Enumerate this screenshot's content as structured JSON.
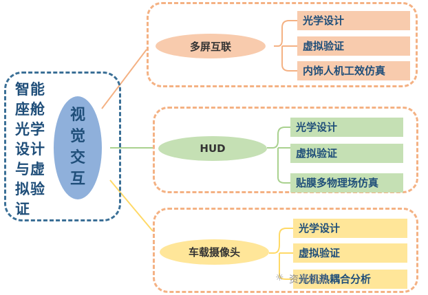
{
  "root": {
    "title": "智能座舱光学设计与虚拟验证",
    "center": "视觉交互"
  },
  "groups": [
    {
      "label": "多屏互联",
      "pill_color": "#f8cbad",
      "leaf_color": "#f8cbad",
      "link_color": "#f4b183",
      "items": [
        "光学设计",
        "虚拟验证",
        "内饰人机工效仿真"
      ]
    },
    {
      "label": "HUD",
      "pill_color": "#c5e0b4",
      "leaf_color": "#c5e0b4",
      "link_color": "#a9d18e",
      "items": [
        "光学设计",
        "虚拟验证",
        "贴膜多物理场仿真"
      ]
    },
    {
      "label": "车载摄像头",
      "pill_color": "#ffe699",
      "leaf_color": "#ffe699",
      "link_color": "#ffd966",
      "items": [
        "光学设计",
        "虚拟验证",
        "光机热耦合分析"
      ]
    }
  ],
  "watermark": {
    "icon": "wechat-icon",
    "text": "资讯恒润"
  }
}
